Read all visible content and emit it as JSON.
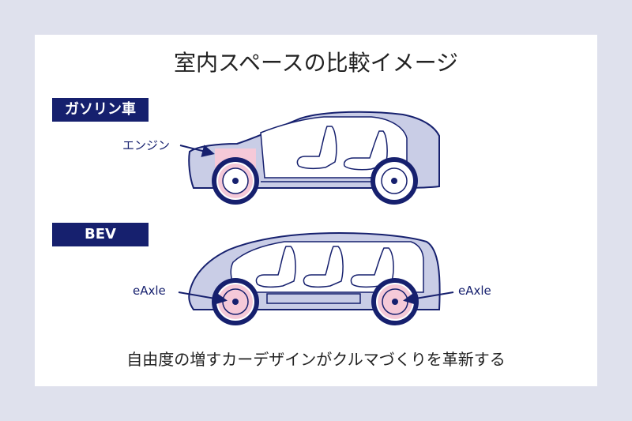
{
  "title": "室内スペースの比較イメージ",
  "gasoline": {
    "tag": "ガソリン車",
    "engine_label": "エンジン"
  },
  "bev": {
    "tag": "BEV",
    "eaxle_left_label": "eAxle",
    "eaxle_right_label": "eAxle"
  },
  "caption": "自由度の増すカーデザインがクルマづくりを革新する",
  "colors": {
    "background": "#dfe1ed",
    "card": "#ffffff",
    "navy": "#16206e",
    "body_fill": "#c9cde6",
    "interior": "#ffffff",
    "highlight_pink": "#f5c9d8"
  }
}
